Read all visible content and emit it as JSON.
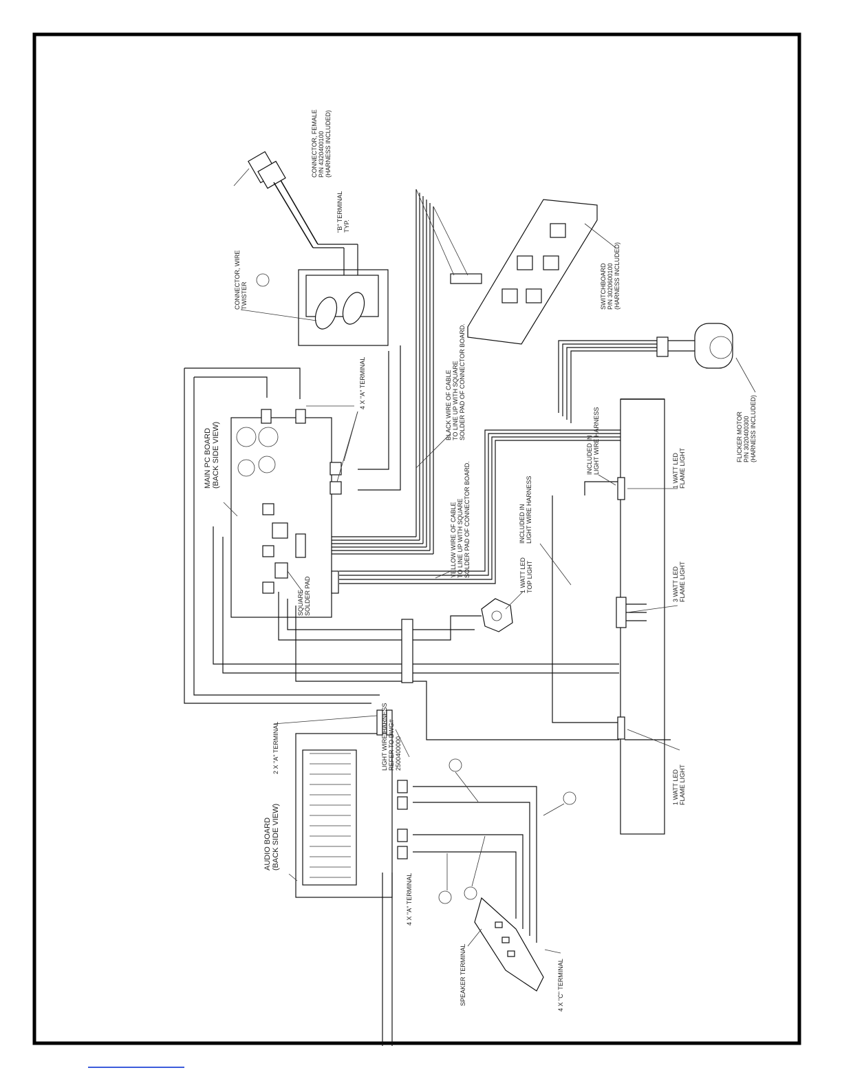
{
  "labels": {
    "connector_female": [
      "CONNECTOR, FEMALE",
      "P/N 4320400100",
      "(HARNESS INCLUDED)"
    ],
    "b_terminal": [
      "\"B\" TERMINAL",
      "TYP."
    ],
    "connector_wire_twister": [
      "CONNECTOR, WIRE",
      "TWISTER"
    ],
    "switchboard": [
      "SWITCHBOARD",
      "P/N 3020600100",
      "(HARNESS INCLUDED)"
    ],
    "black_wire": [
      "BLACK WIRE OF CABLE",
      "TO LINE UP WITH SQUARE",
      "SOLDER PAD OF CONNECTOR BOARD."
    ],
    "four_x_a_terminal_top": "4 X \"A\" TERMINAL",
    "main_pc_board": [
      "MAIN PC BOARD",
      "(BACK SIDE VIEW)"
    ],
    "yellow_wire": [
      "YELLOW WIRE OF CABLE",
      "TO LINE UP WITH SQUARE",
      "SOLDER PAD OF CONNECTOR BOARD."
    ],
    "included_light_harness_1": [
      "INCLUDED IN",
      "LIGHT WIRE HARNESS"
    ],
    "included_light_harness_2": [
      "INCLUDED IN",
      "LIGHT WIRE HARNESS"
    ],
    "flicker_motor": [
      "FLICKER MOTOR",
      "P/N 3020400300",
      "(HARNESS INCLUDED)"
    ],
    "one_watt_top": [
      "1 WATT LED",
      "TOP LIGHT"
    ],
    "square_solder_pad": [
      "SQUARE",
      "SOLDER PAD"
    ],
    "one_watt_flame_1": [
      "1 WATT LED",
      "FLAME LIGHT"
    ],
    "three_watt_flame": [
      "3 WATT LED",
      "FLAME LIGHT"
    ],
    "one_watt_flame_2": [
      "1 WATT LED",
      "FLAME LIGHT"
    ],
    "two_x_a_terminal": "2 X \"A\" TERMINAL",
    "light_wire_harness": [
      "LIGHT WIRE HARNESS",
      "REFER TO DWG#",
      "2500400000"
    ],
    "audio_board": [
      "AUDIO BOARD",
      "(BACK SIDE VIEW)"
    ],
    "four_x_a_terminal_bottom": "4 X \"A\" TERMINAL",
    "speaker_terminal": "SPEAKER TERMINAL",
    "four_x_c_terminal": "4 X \"C\" TERMINAL"
  }
}
